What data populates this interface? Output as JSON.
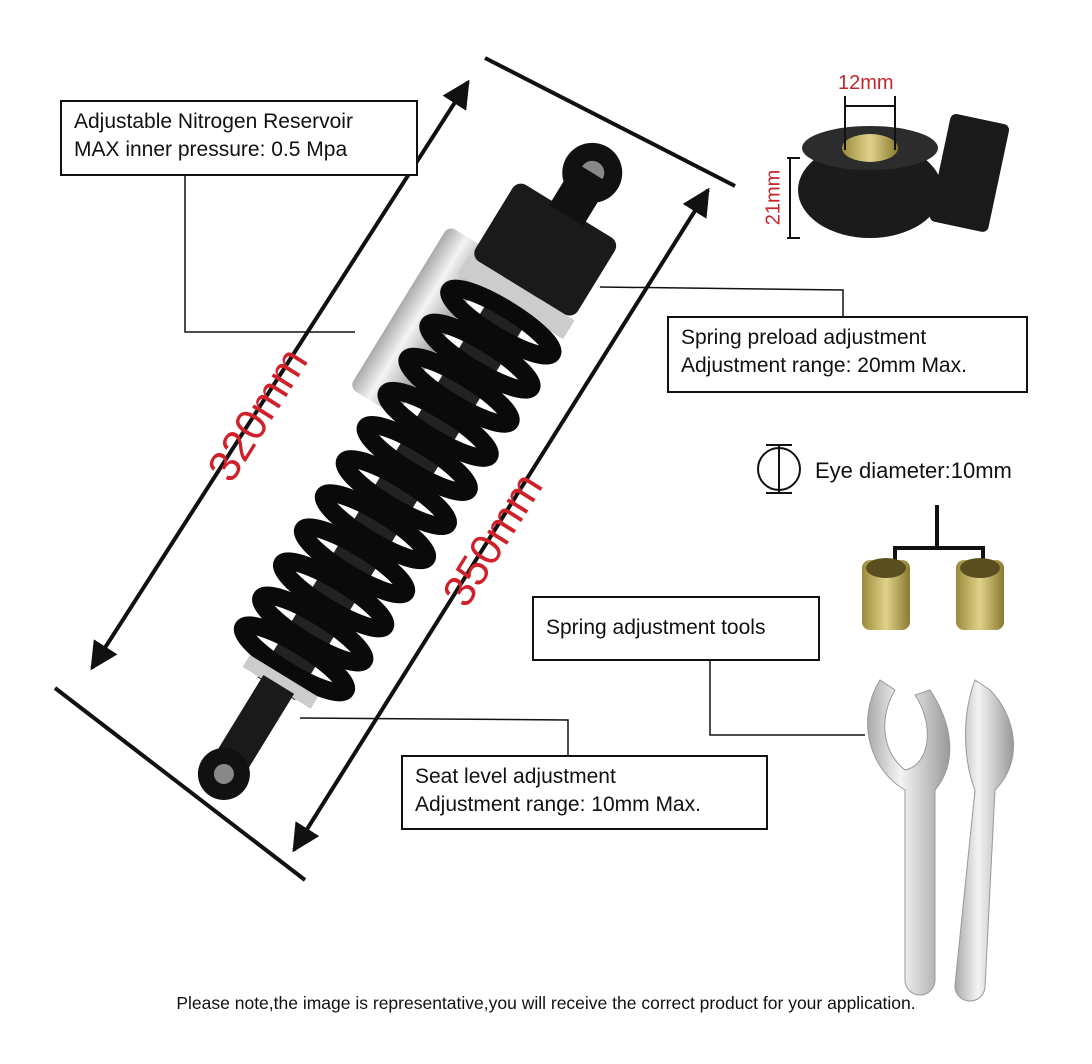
{
  "labels": {
    "reservoir": {
      "line1": "Adjustable Nitrogen Reservoir",
      "line2": "MAX inner pressure: 0.5 Mpa"
    },
    "preload": {
      "line1": "Spring preload adjustment",
      "line2": "Adjustment range: 20mm Max."
    },
    "tools": {
      "line1": "Spring adjustment tools"
    },
    "seat": {
      "line1": "Seat level adjustment",
      "line2": "Adjustment range: 10mm Max."
    },
    "eye_diameter": "Eye diameter:10mm"
  },
  "dimensions": {
    "length_a": "320mm",
    "length_b": "350mm",
    "bushing_width": "12mm",
    "bushing_height": "21mm"
  },
  "footer": "Please note,the image is representative,you will receive the correct product for your application.",
  "colors": {
    "dimension_text": "#d0202a",
    "spring": "#111111",
    "reservoir": "#d8d8d8"
  }
}
